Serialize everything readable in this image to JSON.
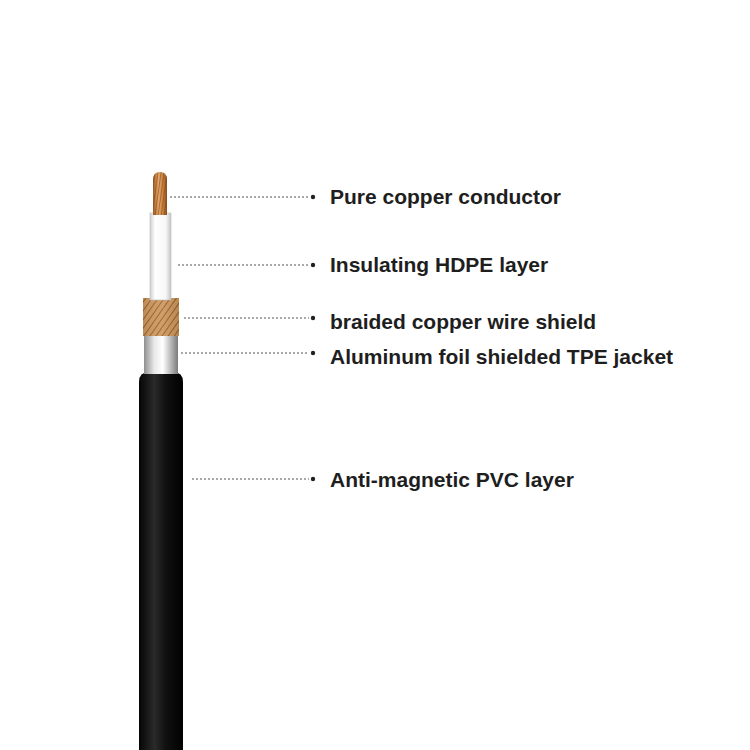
{
  "diagram": {
    "labels": [
      "Pure copper conductor",
      "Insulating HDPE layer",
      "braided copper wire shield",
      "Aluminum foil shielded TPE jacket",
      "Anti-magnetic PVC layer"
    ]
  }
}
